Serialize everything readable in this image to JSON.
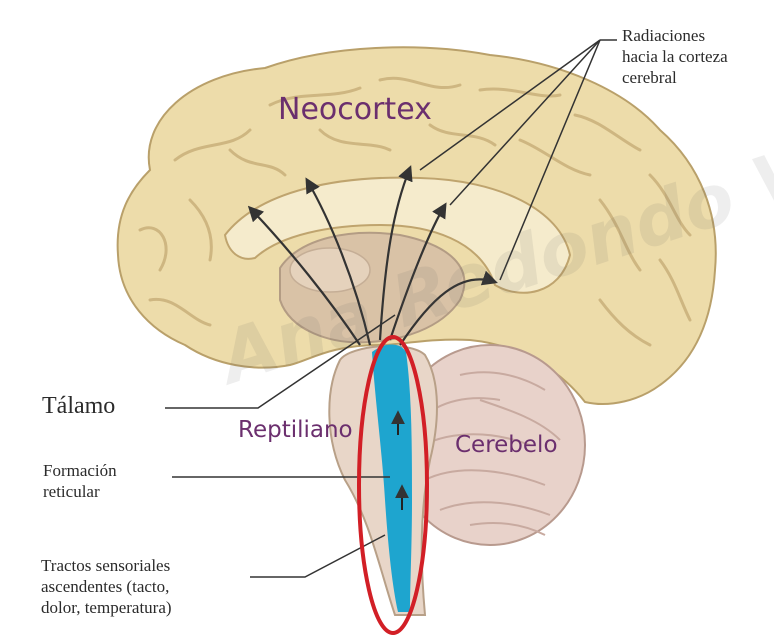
{
  "labels": {
    "radiaciones": [
      "Radiaciones",
      "hacia la corteza",
      "cerebral"
    ],
    "talamo": "Tálamo",
    "formacion": [
      "Formación",
      "reticular"
    ],
    "tractos": [
      "Tractos sensoriales",
      "ascendentes (tacto,",
      "dolor, temperatura)"
    ]
  },
  "regions": {
    "neocortex": "Neocortex",
    "reptiliano": "Reptiliano",
    "cerebelo": "Cerebelo"
  },
  "watermark": "Ana Redondo Vallejo",
  "colors": {
    "region_text": "#6b2f6e",
    "highlight_ellipse": "#d21f26",
    "brainstem": "#1ea5cf",
    "cortex": "#eddcaa",
    "arrows": "#333333"
  }
}
